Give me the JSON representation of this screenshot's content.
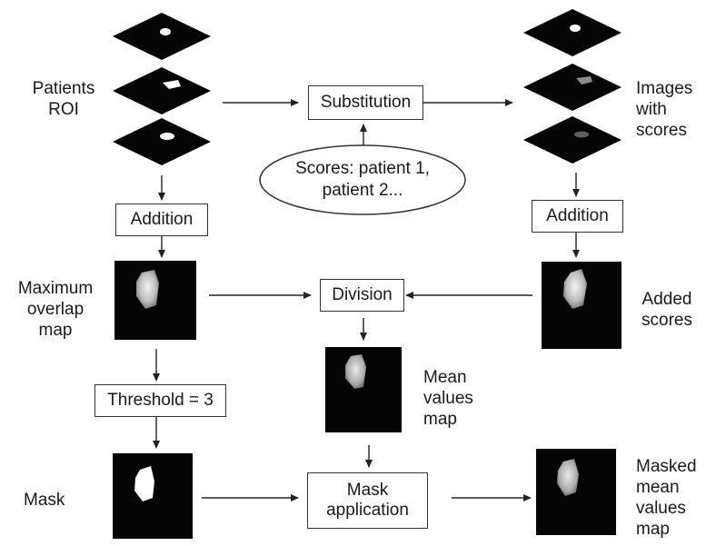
{
  "diagram": {
    "labels": {
      "patients_roi": "Patients\nROI",
      "images_with_scores": "Images\nwith\nscores",
      "maximum_overlap_map": "Maximum\noverlap\nmap",
      "added_scores": "Added\nscores",
      "mean_values_map": "Mean\nvalues\nmap",
      "mask": "Mask",
      "masked_mean_values_map": "Masked\nmean\nvalues\nmap"
    },
    "boxes": {
      "substitution": "Substitution",
      "addition_left": "Addition",
      "addition_right": "Addition",
      "division": "Division",
      "threshold": "Threshold = 3",
      "mask_application": "Mask\napplication"
    },
    "scores_ellipse": "Scores: patient 1,\npatient 2..."
  }
}
